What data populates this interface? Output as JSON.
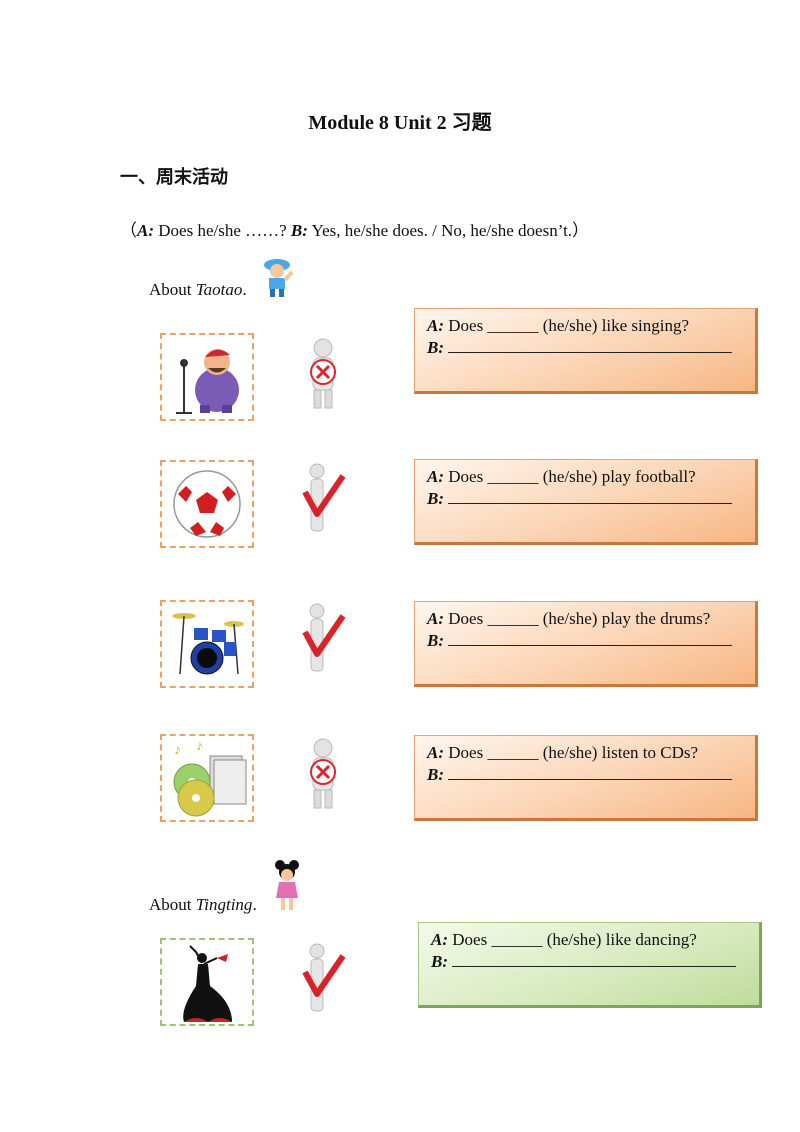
{
  "title": "Module 8 Unit 2 习题",
  "section_heading": "一、周末活动",
  "instruction": {
    "open": "（",
    "a_label": "A:",
    "a_text": " Does he/she ……? ",
    "b_label": "B:",
    "b_text": "  Yes,  he/she does. / No, he/she doesn’t.",
    "close": "）"
  },
  "about_taotao": {
    "prefix": "About ",
    "name": "Taotao",
    "suffix": "."
  },
  "about_tingting": {
    "prefix": "About ",
    "name": "Tingting",
    "suffix": "."
  },
  "questions": [
    {
      "a_label": "A:",
      "text": " Does ______ (he/she) like singing?",
      "b_label": "B:",
      "picture": "singer-icon",
      "answer_mark": "cross"
    },
    {
      "a_label": "A:",
      "text": " Does ______ (he/she) play football?",
      "b_label": "B:",
      "picture": "football-icon",
      "answer_mark": "check"
    },
    {
      "a_label": "A:",
      "text": " Does ______ (he/she) play the drums?",
      "b_label": "B:",
      "picture": "drums-icon",
      "answer_mark": "check"
    },
    {
      "a_label": "A:",
      "text": " Does ______ (he/she) listen to CDs?",
      "b_label": "B:",
      "picture": "cds-icon",
      "answer_mark": "cross"
    },
    {
      "a_label": "A:",
      "text": " Does ______ (he/she) like dancing?",
      "b_label": "B:",
      "picture": "dancer-icon",
      "answer_mark": "check"
    }
  ],
  "colors": {
    "orange_box": "#f7b683",
    "green_box": "#bfdc9c",
    "cross_red": "#e0242a",
    "check_red": "#d9232b"
  }
}
